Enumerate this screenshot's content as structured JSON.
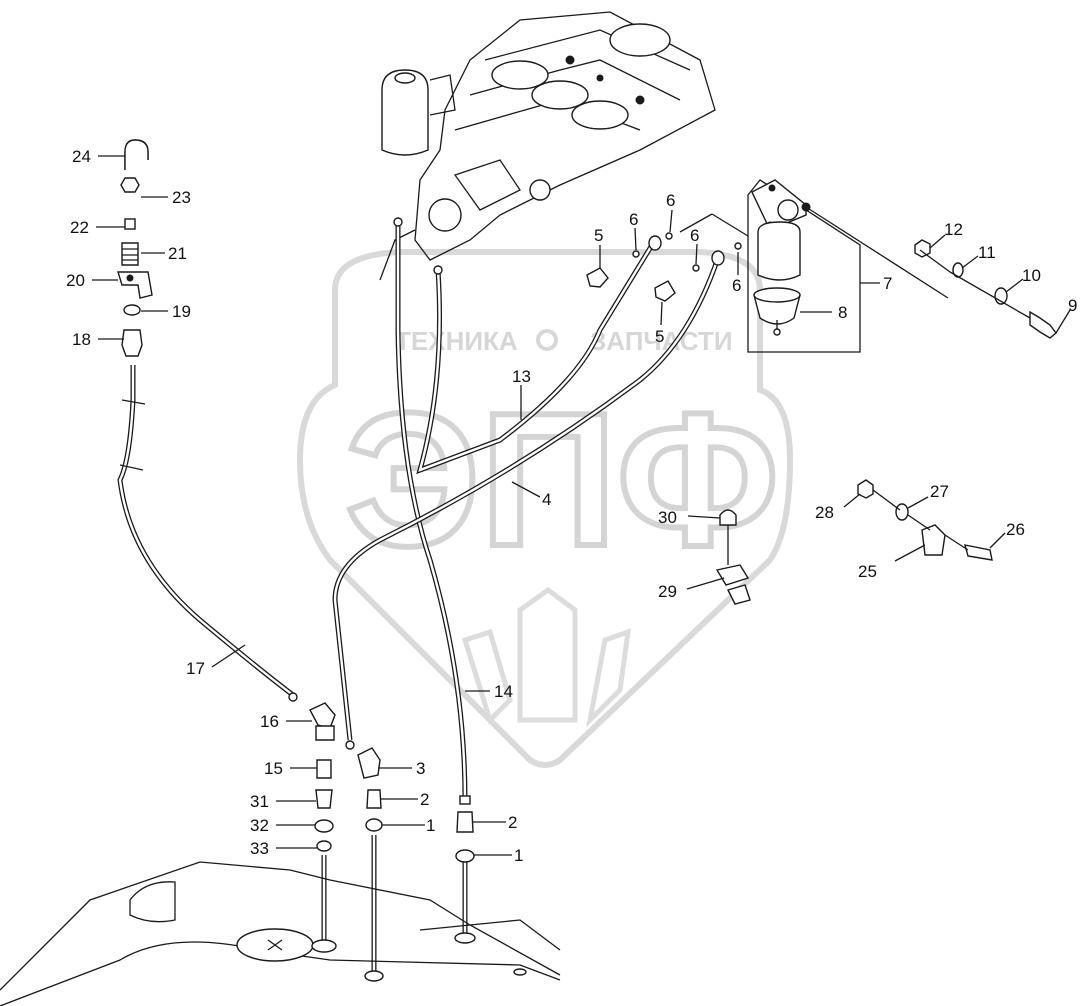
{
  "watermark": {
    "brand_left": "ТЕХНИКА",
    "brand_right": "ЗАПЧАСТИ",
    "letters": "ЭПФ",
    "color": "#d6d6d6"
  },
  "callouts": {
    "c1a": "1",
    "c1b": "1",
    "c2a": "2",
    "c2b": "2",
    "c3": "3",
    "c4": "4",
    "c5a": "5",
    "c5b": "5",
    "c6a": "6",
    "c6b": "6",
    "c6c": "6",
    "c6d": "6",
    "c7": "7",
    "c8": "8",
    "c9": "9",
    "c10": "10",
    "c11": "11",
    "c12": "12",
    "c13": "13",
    "c14": "14",
    "c15": "15",
    "c16": "16",
    "c17": "17",
    "c18": "18",
    "c19": "19",
    "c20": "20",
    "c21": "21",
    "c22": "22",
    "c23": "23",
    "c24": "24",
    "c25": "25",
    "c26": "26",
    "c27": "27",
    "c28": "28",
    "c29": "29",
    "c30": "30",
    "c31": "31",
    "c32": "32",
    "c33": "33"
  },
  "colors": {
    "ink": "#1a1a1a",
    "background": "#ffffff"
  }
}
